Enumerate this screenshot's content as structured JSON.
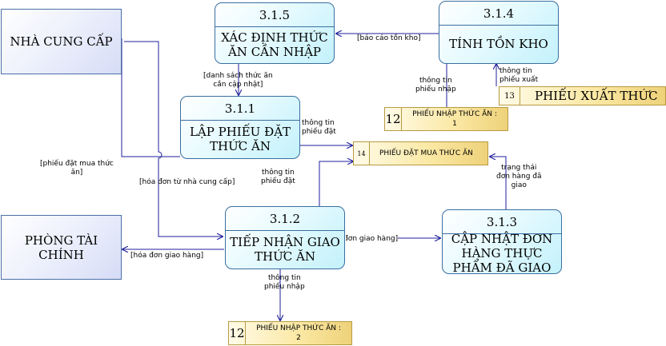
{
  "external_entities": {
    "supplier": "NHÀ CUNG CẤP",
    "finance": "PHÒNG TÀI CHÍNH"
  },
  "processes": {
    "p315": {
      "id": "3.1.5",
      "name": "XÁC ĐỊNH THỨC ĂN CẦN NHẬP"
    },
    "p314": {
      "id": "3.1.4",
      "name": "TÍNH TỒN KHO"
    },
    "p311": {
      "id": "3.1.1",
      "name": "LẬP PHIẾU ĐẶT THỨC ĂN"
    },
    "p312": {
      "id": "3.1.2",
      "name": "TIẾP NHẬN GIAO THỨC ĂN"
    },
    "p313": {
      "id": "3.1.3",
      "name": "CẬP NHẬT ĐƠN HÀNG THỰC PHẨM ĐÃ GIAO"
    }
  },
  "data_stores": {
    "s13": {
      "id": "13",
      "name": "PHIẾU XUẤT THỨC"
    },
    "s12a": {
      "id": "12",
      "name": "PHIẾU NHẬP THỨC ĂN :\n1"
    },
    "s14": {
      "id": "14",
      "name": "PHIẾU ĐẶT MUA THỨC ĂN"
    },
    "s12b": {
      "id": "12",
      "name": "PHIẾU NHẬP THỨC ĂN :\n2"
    }
  },
  "flows": {
    "bao_cao_ton_kho": "[báo cáo tồn kho]",
    "danh_sach": "[danh sách thức ăn\ncần cập nhật]",
    "thong_tin_phieu_xuat": "thông tin\nphiếu xuất",
    "thong_tin_phieu_nhap_top": "thông tin\nphiếu nhập",
    "thong_tin_phieu_dat_1": "thông tin\nphiếu đặt",
    "phieu_dat_mua": "[phiếu đặt mua thức\năn]",
    "hoa_don_ncc": "[hóa đơn từ nhà cung cấp]",
    "thong_tin_phieu_dat_2": "thông tin\nphiếu đặt",
    "trang_thai": "trạng thái\nđơn hàng đã\ngiao",
    "hoa_don_giao_hang_right": "[hóa đơn giao hàng]",
    "hoa_don_giao_hang_left": "[hóa đơn giao hàng]",
    "thong_tin_phieu_nhap_bottom": "thông tin\nphiếu nhập"
  },
  "colors": {
    "line": "#1f1f9c",
    "process_fill": "#c3f1fb",
    "entity_fill": "#d6dcf6",
    "store_fill": "#fbe9a6"
  }
}
